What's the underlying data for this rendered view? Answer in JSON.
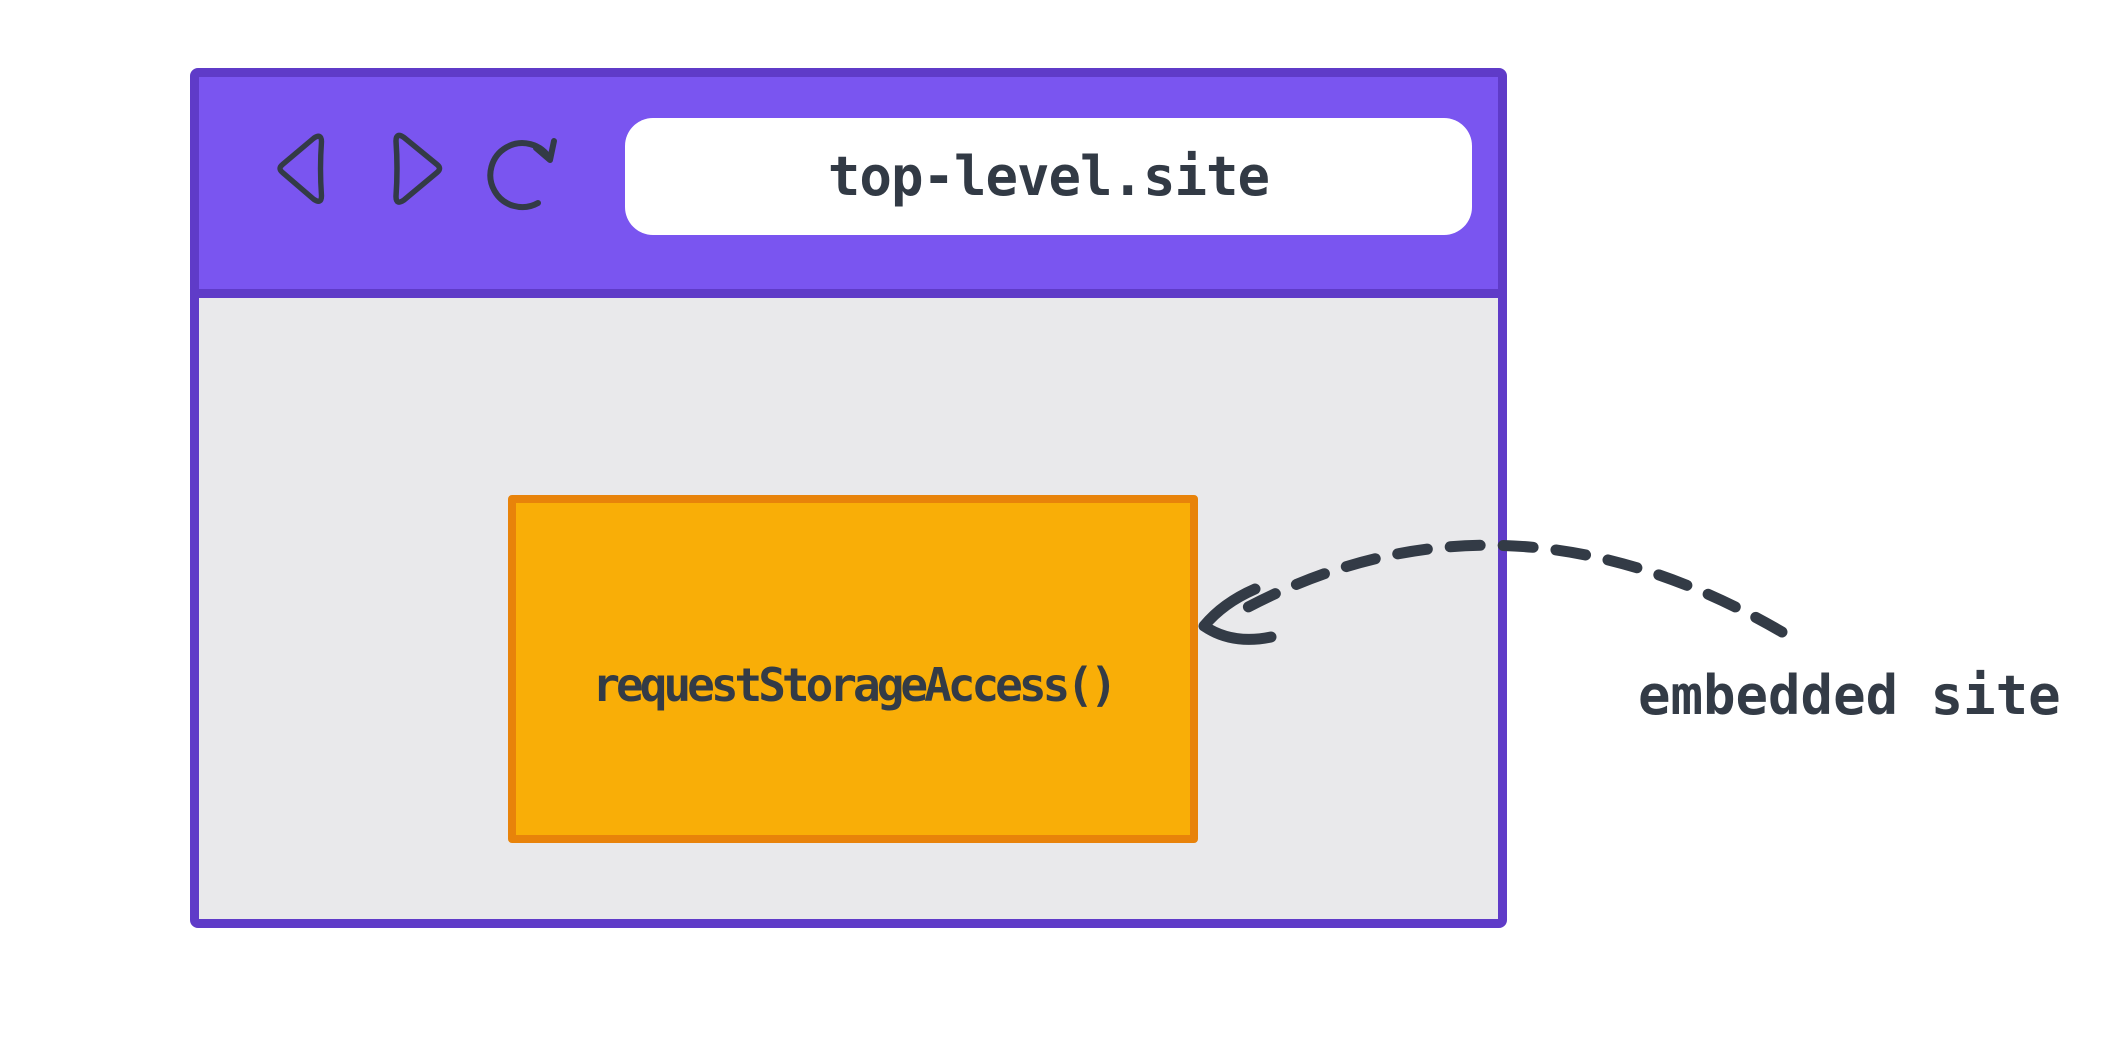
{
  "colors": {
    "background": "#FFFFFF",
    "toolbar_purple": "#7A55F0",
    "window_border_purple": "#5F3BC8",
    "content_gray": "#E9E9EB",
    "iframe_orange_fill": "#F9AE07",
    "iframe_orange_border": "#E8830A",
    "ink_slate": "#333B46",
    "url_bar_white": "#FFFFFF"
  },
  "browser_window": {
    "toolbar": {
      "icons": [
        {
          "name": "back-icon"
        },
        {
          "name": "forward-icon"
        },
        {
          "name": "refresh-icon"
        }
      ],
      "url_bar": {
        "text": "top-level.site"
      }
    },
    "content": {
      "embedded_iframe": {
        "label": "requestStorageAccess()"
      }
    }
  },
  "annotation": {
    "label": "embedded site",
    "arrow": "dashed curved arrow pointing from embedded-site label to the embedded iframe"
  }
}
